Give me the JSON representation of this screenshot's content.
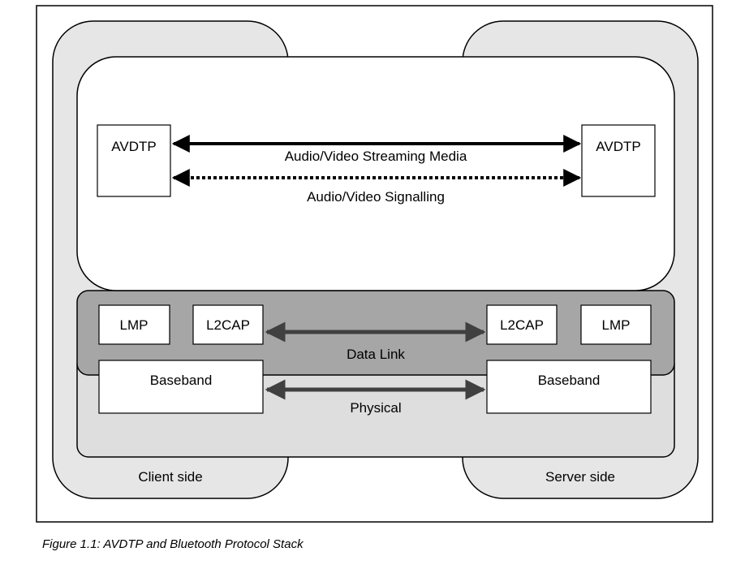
{
  "diagram": {
    "client_label": "Client side",
    "server_label": "Server side",
    "client_avdtp": "AVDTP",
    "server_avdtp": "AVDTP",
    "streaming_label": "Audio/Video Streaming Media",
    "signalling_label": "Audio/Video Signalling",
    "client_lmp": "LMP",
    "client_l2cap": "L2CAP",
    "server_l2cap": "L2CAP",
    "server_lmp": "LMP",
    "data_link_label": "Data Link",
    "client_baseband": "Baseband",
    "server_baseband": "Baseband",
    "physical_label": "Physical"
  },
  "caption": "Figure 1.1: AVDTP and Bluetooth Protocol Stack",
  "colors": {
    "outer_side": "#e6e6e6",
    "datalink_layer": "#a6a6a6",
    "physical_layer": "#dedede",
    "arrow_dark": "#404040",
    "stroke": "#000000"
  }
}
